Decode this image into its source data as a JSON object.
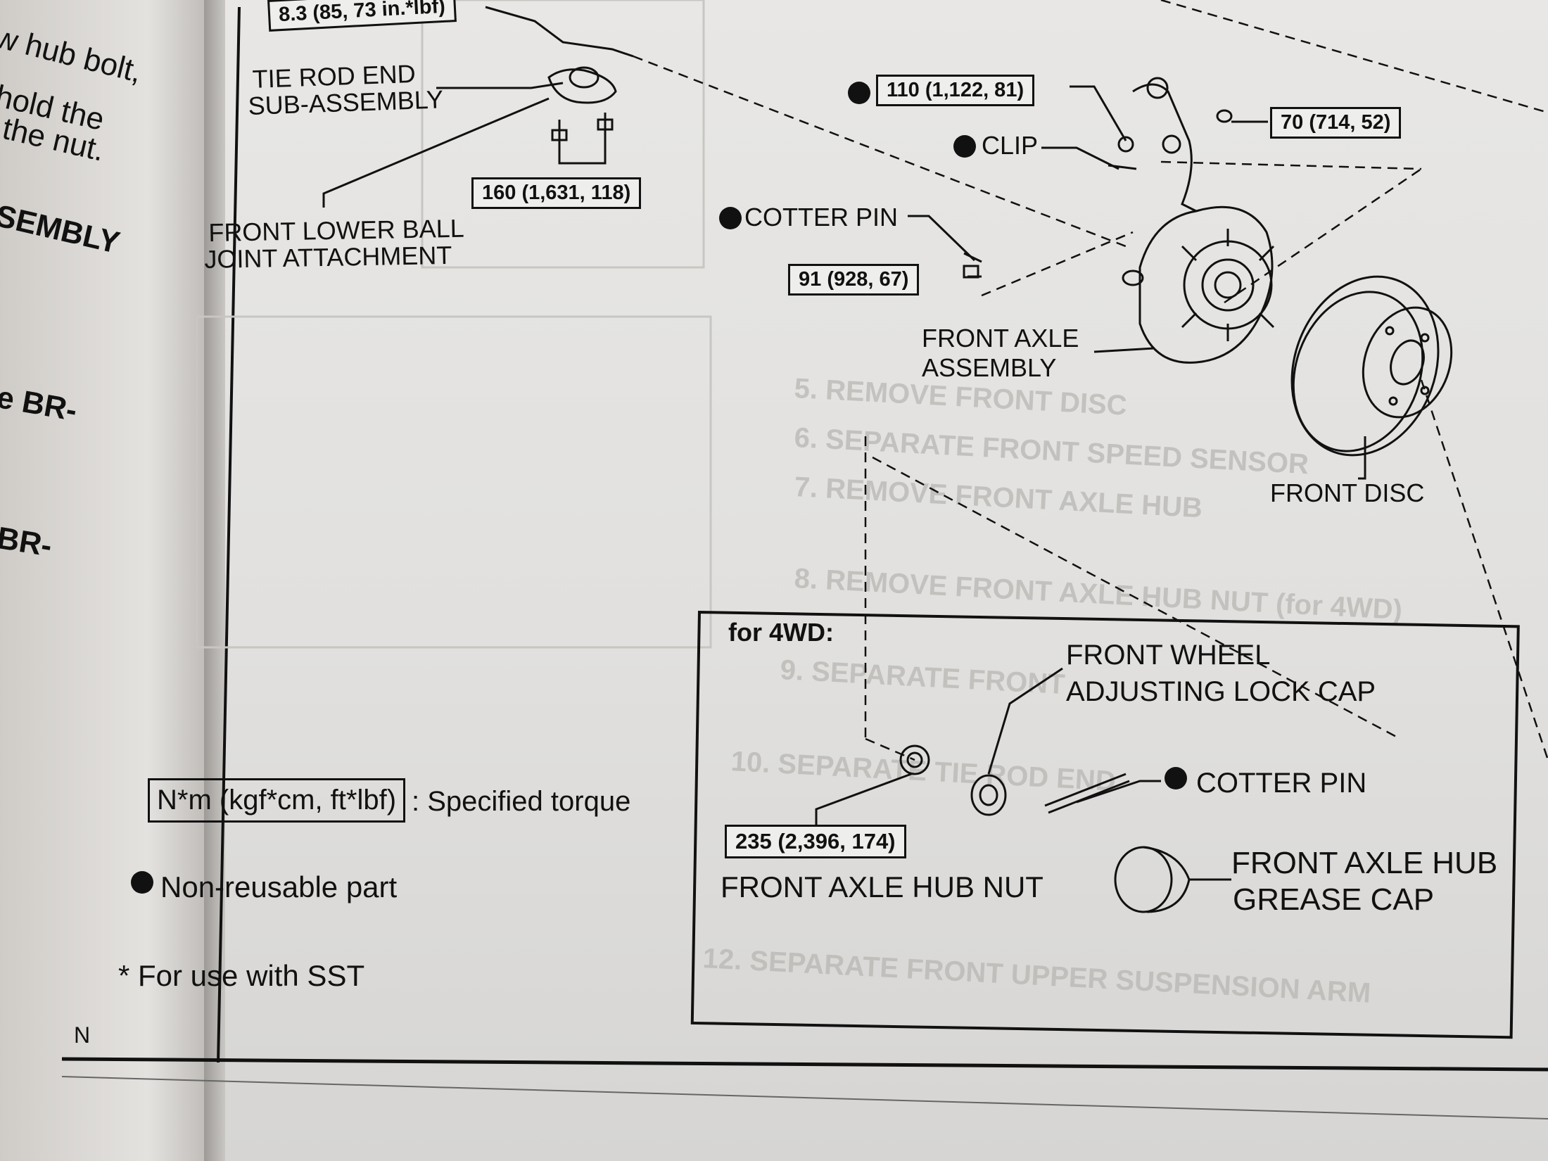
{
  "left_page": {
    "lines": [
      "w hub bolt,",
      "hold the",
      "the nut.",
      "SEMBLY",
      "e BR-",
      "BR-"
    ]
  },
  "torques": {
    "tie_rod_top": "8.3 (85, 73 in.*lbf)",
    "clip_nut": "110 (1,122, 81)",
    "upper": "70 (714, 52)",
    "lower_ball": "160 (1,631, 118)",
    "cotter_nut": "91 (928, 67)",
    "hub_nut": "235 (2,396, 174)"
  },
  "labels": {
    "tie_rod_end": [
      "TIE ROD END",
      "SUB-ASSEMBLY"
    ],
    "front_lower_ball": [
      "FRONT LOWER BALL",
      "JOINT ATTACHMENT"
    ],
    "clip": "CLIP",
    "cotter_pin": "COTTER PIN",
    "front_axle_assembly": [
      "FRONT AXLE",
      "ASSEMBLY"
    ],
    "front_disc": "FRONT DISC"
  },
  "inset": {
    "title": "for 4WD:",
    "lock_cap": [
      "FRONT WHEEL",
      "ADJUSTING LOCK CAP"
    ],
    "cotter_pin": "COTTER PIN",
    "hub_nut": "FRONT AXLE HUB NUT",
    "grease_cap": [
      "FRONT AXLE HUB",
      "GREASE CAP"
    ]
  },
  "legend": {
    "torque_unit": "N*m (kgf*cm, ft*lbf)",
    "torque_desc": ": Specified torque",
    "non_reusable": "Non-reusable part",
    "sst": "* For use with SST",
    "corner": "N"
  },
  "colors": {
    "ink": "#111111",
    "paper": "#e5e4e2",
    "bleed": "#b9b7b4"
  }
}
